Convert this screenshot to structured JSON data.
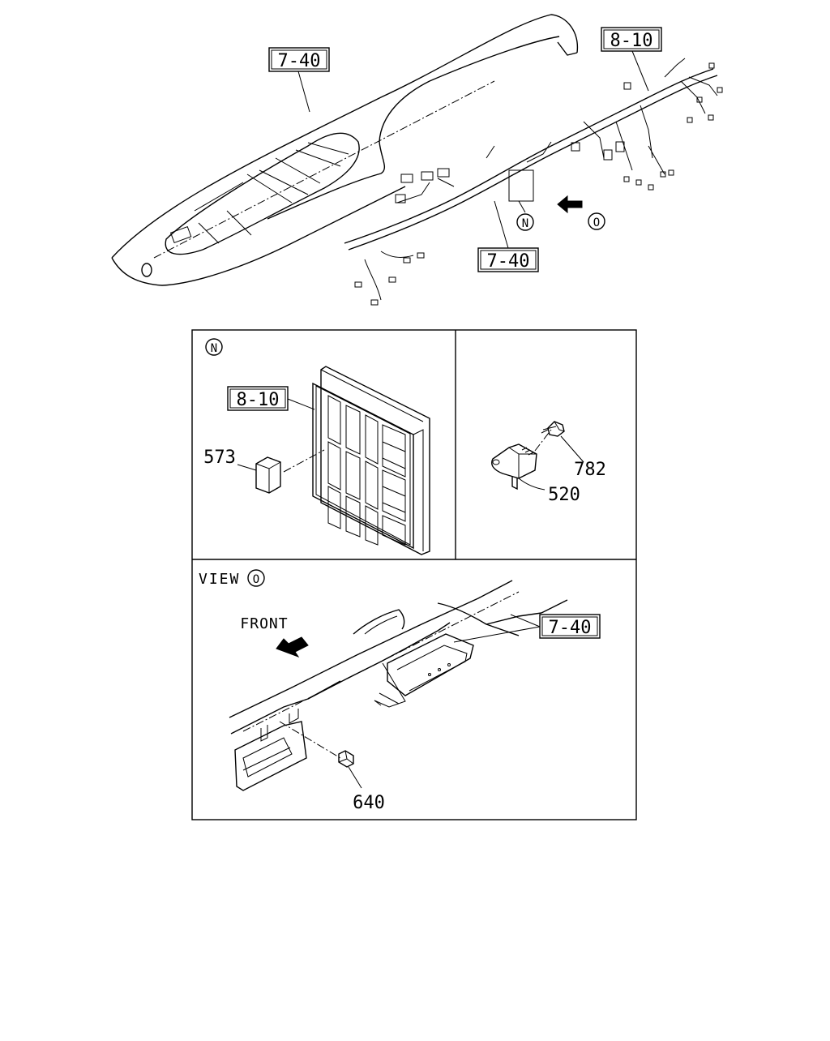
{
  "top_view": {
    "callout_dash_upper": "7-40",
    "callout_harness": "8-10",
    "callout_lower": "7-40",
    "marker_n": "N",
    "marker_o": "O"
  },
  "panel_n": {
    "marker": "N",
    "callout_fusebox": "8-10",
    "part_fuse": "573"
  },
  "panel_bracket": {
    "part_bolt": "782",
    "part_sensor": "520"
  },
  "panel_view_o": {
    "view_label": "VIEW",
    "view_marker": "O",
    "front_label": "FRONT",
    "callout": "7-40",
    "part_bolt": "640"
  }
}
